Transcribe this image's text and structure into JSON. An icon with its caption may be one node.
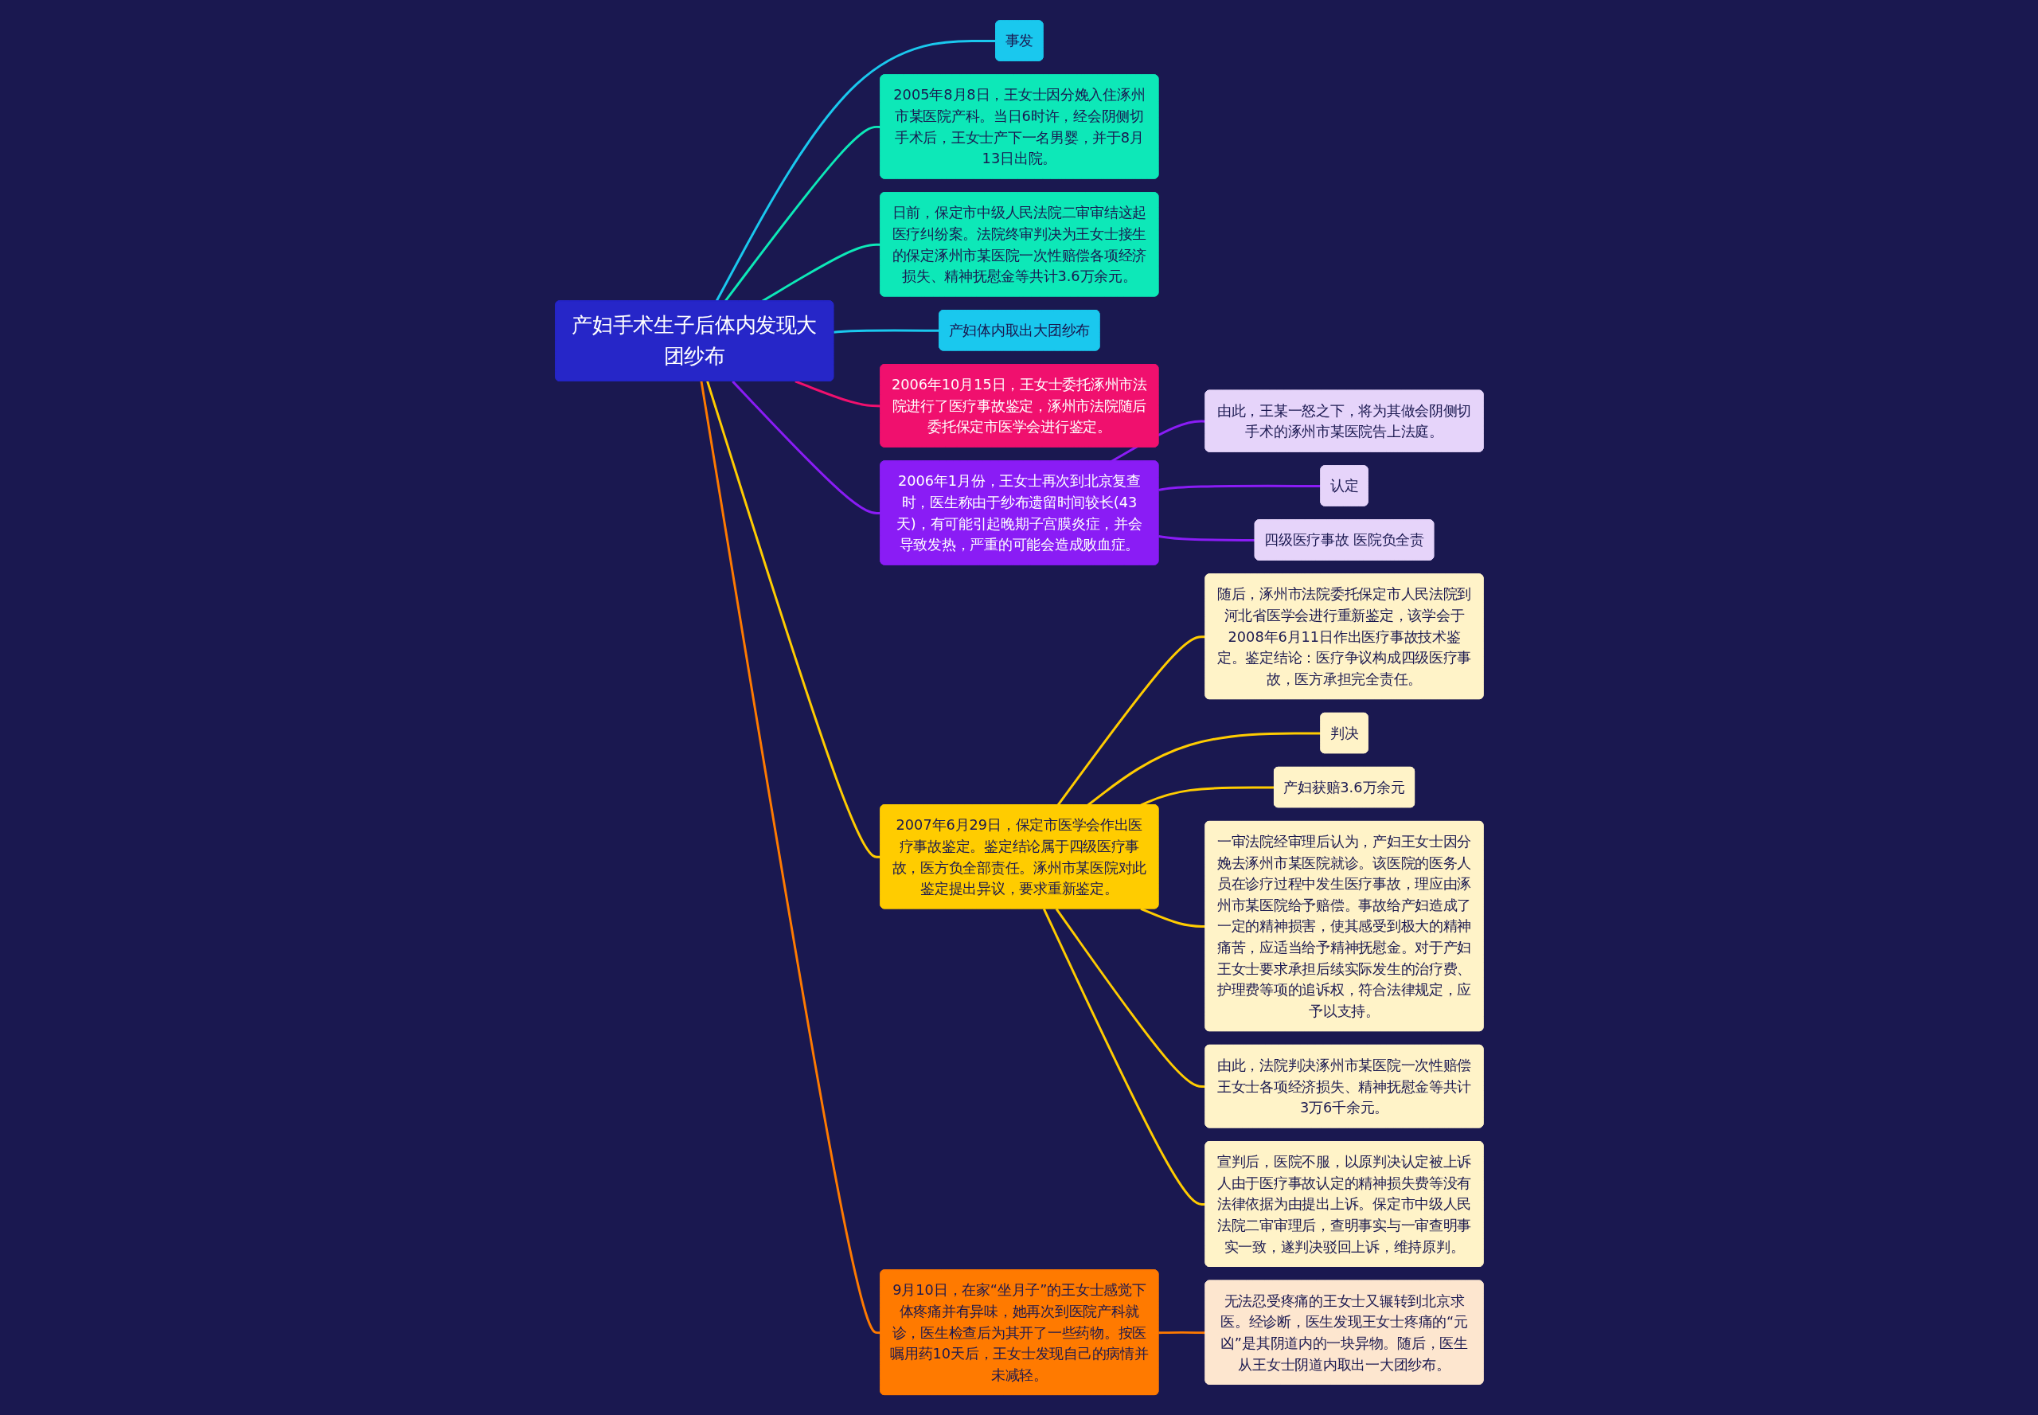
{
  "diagram": {
    "nodes": [
      {
        "text": [
          "产妇手术生子后体内发现大团纱布"
        ]
      },
      {
        "text": [
          "事发"
        ]
      },
      {
        "text": [
          "2005年8月8日，王女士因分娩入住涿州市某医院产科。当日6时许，经会阴侧切手术后，王女士产下一名男婴，并于8月13日出院。"
        ]
      },
      {
        "text": [
          "2006年1月份，王女士再次到北京复查时，医生称由于纱布遗留时间较长(43天)，有可能引起晚期子宫膜炎症，并会导致发热，严重的可能会造成败血症。"
        ]
      },
      {
        "text": [
          "由此，王某一怒之下，将为其做会阴侧切手术的涿州市某医院告上法庭。"
        ]
      },
      {
        "text": [
          "认定"
        ]
      },
      {
        "text": [
          "四级医疗事故 医院负全责"
        ]
      },
      {
        "text": [
          "2007年6月29日，保定市医学会作出医疗事故鉴定。鉴定结论属于四级医疗事故，医方负全部责任。涿州市某医院对此鉴定提出异议，要求重新鉴定。"
        ]
      },
      {
        "text": [
          "随后，涿州市法院委托保定市人民法院到河北省医学会进行重新鉴定，该学会于2008年6月11日作出医疗事故技术鉴定。鉴定结论：医疗争议构成四级医疗事故，医方承担完全责任。"
        ]
      },
      {
        "text": [
          "判决"
        ]
      },
      {
        "text": [
          "产妇获赔3.6万余元"
        ]
      },
      {
        "text": [
          "一审法院经审理后认为，产妇王女士因分娩去涿州市某医院就诊。该医院的医务人员在诊疗过程中发生医疗事故，理应由涿州市某医院给予赔偿。事故给产妇造成了一定的精神损害，使其感受到极大的精神痛苦，应适当给予精神抚慰金。对于产妇王女士要求承担后续实际发生的治疗费、护理费等项的追诉权，符合法律规定，应予以支持。"
        ]
      },
      {
        "text": [
          "由此，法院判决涿州市某医院一次性赔偿王女士各项经济损失、精神抚慰金等共计3万6千余元。"
        ]
      },
      {
        "text": [
          "宣判后，医院不服，以原判决认定被上诉人由于医疗事故认定的精神损失费等没有法律依据为由提出上诉。保定市中级人民法院二审审理后，查明事实与一审查明事实一致，遂判决驳回上诉，维持原判。"
        ]
      },
      {
        "text": [
          "日前，保定市中级人民法院二审审结这起医疗纠纷案。法院终审判决为王女士接生的保定涿州市某医院一次性赔偿各项经济损失、精神抚慰金等共计3.6万余元。"
        ]
      },
      {
        "text": [
          "产妇体内取出大团纱布"
        ]
      },
      {
        "text": [
          "9月10日，在家“坐月子”的王女士感觉下体疼痛并有异味，她再次到医院产科就诊，医生检查后为其开了一些药物。按医嘱用药10天后，王女士发现自己的病情并未减轻。"
        ]
      },
      {
        "text": [
          "无法忍受疼痛的王女士又辗转到北京求医。经诊断，医生发现王女士疼痛的“元凶”是其阴道内的一块异物。随后，医生从王女士阴道内取出一大团纱布。"
        ]
      },
      {
        "text": [
          "2006年10月15日，王女士委托涿州市法院进行了医疗事故鉴定，涿州市法院随后委托保定市医学会进行鉴定。"
        ]
      }
    ],
    "edges": [
      {
        "from": 0,
        "to": 1,
        "arrow": "none",
        "color": "#1ac8ee"
      },
      {
        "from": 0,
        "to": 2,
        "arrow": "none",
        "color": "#0de8b8"
      },
      {
        "from": 0,
        "to": 3,
        "arrow": "none",
        "color": "#8a1cf5"
      },
      {
        "from": 3,
        "to": 4,
        "arrow": "none",
        "color": "#8a1cf5"
      },
      {
        "from": 3,
        "to": 5,
        "arrow": "none",
        "color": "#8a1cf5"
      },
      {
        "from": 3,
        "to": 6,
        "arrow": "none",
        "color": "#8a1cf5"
      },
      {
        "from": 0,
        "to": 7,
        "arrow": "none"
      },
      {
        "from": 7,
        "to": 8,
        "arrow": "none"
      },
      {
        "from": 7,
        "to": 9,
        "arrow": "none"
      },
      {
        "from": 7,
        "to": 10,
        "arrow": "none"
      },
      {
        "from": 7,
        "to": 11,
        "arrow": "none"
      },
      {
        "from": 7,
        "to": 12,
        "arrow": "none"
      },
      {
        "from": 7,
        "to": 13,
        "arrow": "none"
      },
      {
        "from": 0,
        "to": 14,
        "arrow": "none",
        "color": "#0de8b8"
      },
      {
        "from": 0,
        "to": 15,
        "arrow": "none",
        "color": "#1ac8ee"
      },
      {
        "from": 0,
        "to": 16,
        "arrow": "none",
        "color": "#ff7a00"
      },
      {
        "from": 16,
        "to": 17,
        "arrow": "none",
        "color": "#ff7a00"
      },
      {
        "from": 0,
        "to": 18,
        "arrow": "none",
        "color": "#f0106e"
      }
    ]
  }
}
